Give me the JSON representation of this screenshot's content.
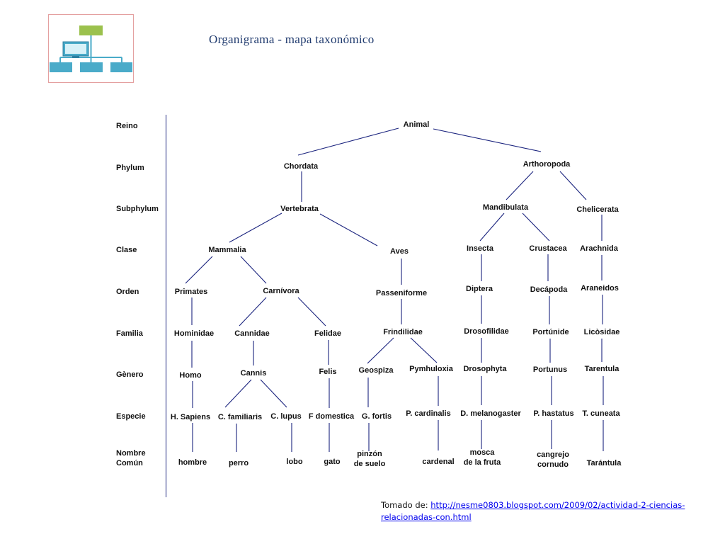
{
  "title": "Organigrama - mapa taxonómico",
  "ranks": [
    "Reino",
    "Phylum",
    "Subphylum",
    "Clase",
    "Orden",
    "Familia",
    "Gènero",
    "Especie",
    "Nombre|Común"
  ],
  "nodes": [
    {
      "id": "animal",
      "label": "Animal"
    },
    {
      "id": "chordata",
      "label": "Chordata"
    },
    {
      "id": "arthropoda",
      "label": "Arthoropoda"
    },
    {
      "id": "vertebrata",
      "label": "Vertebrata"
    },
    {
      "id": "mandibulata",
      "label": "Mandibulata"
    },
    {
      "id": "chelicerata",
      "label": "Chelicerata"
    },
    {
      "id": "mammalia",
      "label": "Mammalia"
    },
    {
      "id": "aves",
      "label": "Aves"
    },
    {
      "id": "insecta",
      "label": "Insecta"
    },
    {
      "id": "crustacea",
      "label": "Crustacea"
    },
    {
      "id": "arachnida",
      "label": "Arachnida"
    },
    {
      "id": "primates",
      "label": "Primates"
    },
    {
      "id": "carnivora",
      "label": "Carnívora"
    },
    {
      "id": "passeriforme",
      "label": "Passeniforme"
    },
    {
      "id": "diptera",
      "label": "Diptera"
    },
    {
      "id": "decapoda",
      "label": "Decápoda"
    },
    {
      "id": "araneidos",
      "label": "Araneidos"
    },
    {
      "id": "hominidae",
      "label": "Hominidae"
    },
    {
      "id": "cannidae",
      "label": "Cannidae"
    },
    {
      "id": "felidae",
      "label": "Felidae"
    },
    {
      "id": "frindilidae",
      "label": "Frindilidae"
    },
    {
      "id": "drosofilidae",
      "label": "Drosofilidae"
    },
    {
      "id": "portunide",
      "label": "Portúnide"
    },
    {
      "id": "licosidae",
      "label": "Licòsidae"
    },
    {
      "id": "homo",
      "label": "Homo"
    },
    {
      "id": "cannis",
      "label": "Cannis"
    },
    {
      "id": "felis",
      "label": "Felis"
    },
    {
      "id": "geospiza",
      "label": "Geospiza"
    },
    {
      "id": "pymhuloxia",
      "label": "Pymhuloxia"
    },
    {
      "id": "drosophyta",
      "label": "Drosophyta"
    },
    {
      "id": "portunus",
      "label": "Portunus"
    },
    {
      "id": "tarentula",
      "label": "Tarentula"
    },
    {
      "id": "hsapiens",
      "label": "H. Sapiens"
    },
    {
      "id": "cfamiliaris",
      "label": "C. familiaris"
    },
    {
      "id": "clupus",
      "label": "C. lupus"
    },
    {
      "id": "fdomestica",
      "label": "F domestica"
    },
    {
      "id": "gfortis",
      "label": "G. fortis"
    },
    {
      "id": "pcardinalis",
      "label": "P. cardinalis"
    },
    {
      "id": "dmelanogaster",
      "label": "D. melanogaster"
    },
    {
      "id": "phastatus",
      "label": "P. hastatus"
    },
    {
      "id": "tcuneata",
      "label": "T. cuneata"
    },
    {
      "id": "hombre",
      "label": "hombre"
    },
    {
      "id": "perro",
      "label": "perro"
    },
    {
      "id": "lobo",
      "label": "lobo"
    },
    {
      "id": "gato",
      "label": "gato"
    },
    {
      "id": "pinzon",
      "label": "pinzón|de suelo"
    },
    {
      "id": "cardenal",
      "label": "cardenal"
    },
    {
      "id": "mosca",
      "label": "mosca|de la fruta"
    },
    {
      "id": "cangrejo",
      "label": "cangrejo|cornudo"
    },
    {
      "id": "tarantula",
      "label": "Tarántula"
    }
  ],
  "edges": [
    [
      "animal",
      "chordata"
    ],
    [
      "animal",
      "arthropoda"
    ],
    [
      "chordata",
      "vertebrata"
    ],
    [
      "arthropoda",
      "mandibulata"
    ],
    [
      "arthropoda",
      "chelicerata"
    ],
    [
      "vertebrata",
      "mammalia"
    ],
    [
      "vertebrata",
      "aves"
    ],
    [
      "mandibulata",
      "insecta"
    ],
    [
      "mandibulata",
      "crustacea"
    ],
    [
      "chelicerata",
      "arachnida"
    ],
    [
      "mammalia",
      "primates"
    ],
    [
      "mammalia",
      "carnivora"
    ],
    [
      "aves",
      "passeriforme"
    ],
    [
      "insecta",
      "diptera"
    ],
    [
      "crustacea",
      "decapoda"
    ],
    [
      "arachnida",
      "araneidos"
    ],
    [
      "primates",
      "hominidae"
    ],
    [
      "carnivora",
      "cannidae"
    ],
    [
      "carnivora",
      "felidae"
    ],
    [
      "passeriforme",
      "frindilidae"
    ],
    [
      "diptera",
      "drosofilidae"
    ],
    [
      "decapoda",
      "portunide"
    ],
    [
      "araneidos",
      "licosidae"
    ],
    [
      "hominidae",
      "homo"
    ],
    [
      "cannidae",
      "cannis"
    ],
    [
      "felidae",
      "felis"
    ],
    [
      "frindilidae",
      "geospiza"
    ],
    [
      "frindilidae",
      "pymhuloxia"
    ],
    [
      "drosofilidae",
      "drosophyta"
    ],
    [
      "portunide",
      "portunus"
    ],
    [
      "licosidae",
      "tarentula"
    ],
    [
      "homo",
      "hsapiens"
    ],
    [
      "cannis",
      "cfamiliaris"
    ],
    [
      "cannis",
      "clupus"
    ],
    [
      "felis",
      "fdomestica"
    ],
    [
      "geospiza",
      "gfortis"
    ],
    [
      "pymhuloxia",
      "pcardinalis"
    ],
    [
      "drosophyta",
      "dmelanogaster"
    ],
    [
      "portunus",
      "phastatus"
    ],
    [
      "tarentula",
      "tcuneata"
    ],
    [
      "hsapiens",
      "hombre"
    ],
    [
      "cfamiliaris",
      "perro"
    ],
    [
      "clupus",
      "lobo"
    ],
    [
      "fdomestica",
      "gato"
    ],
    [
      "gfortis",
      "pinzon"
    ],
    [
      "pcardinalis",
      "cardenal"
    ],
    [
      "dmelanogaster",
      "mosca"
    ],
    [
      "phastatus",
      "cangrejo"
    ],
    [
      "tcuneata",
      "tarantula"
    ]
  ],
  "source": {
    "prefix": "Tomado de: ",
    "url": "http://nesme0803.blogspot.com/2009/02/actividad-2-ciencias-relacionadas-con.html"
  },
  "colors": {
    "edge": "#1a237e",
    "logo_top": "#9bc14d",
    "logo_box": "#4aabc9"
  }
}
